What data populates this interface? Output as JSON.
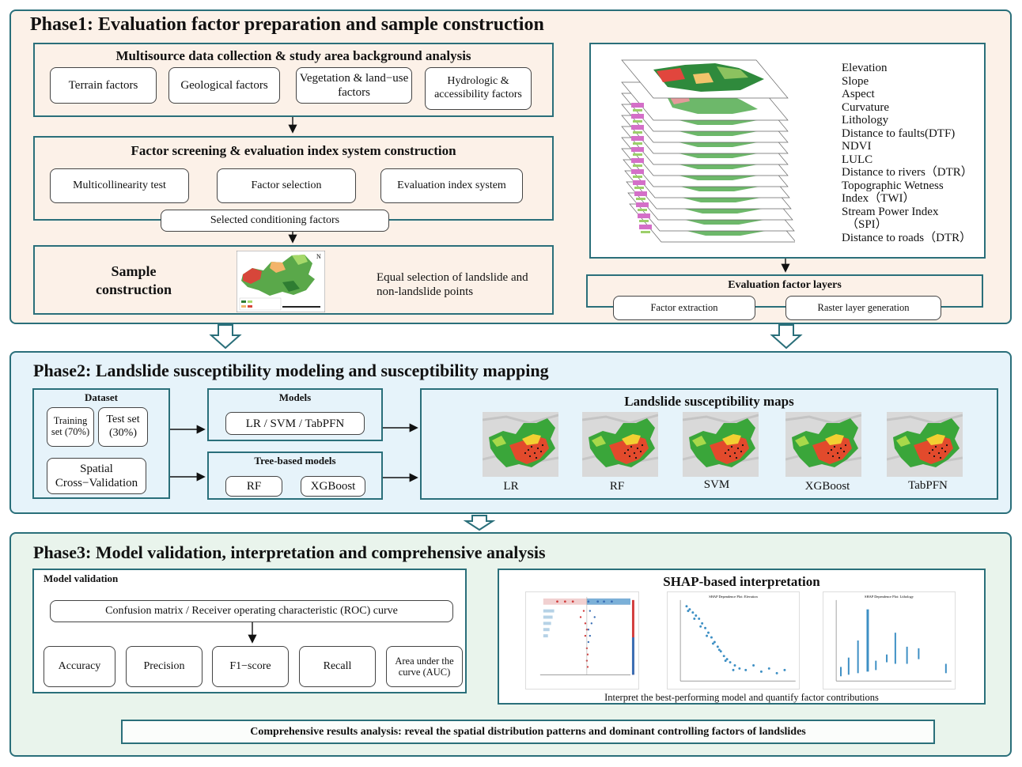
{
  "phase1": {
    "title": "Phase1:  Evaluation factor preparation and sample construction",
    "data_collection": {
      "heading": "Multisource data collection & study area background analysis",
      "boxes": [
        "Terrain factors",
        "Geological factors",
        "Vegetation & land−use factors",
        "Hydrologic & accessibility factors"
      ]
    },
    "screening": {
      "heading": "Factor screening & evaluation index system construction",
      "boxes": [
        "Multicollinearity test",
        "Factor selection",
        "Evaluation index system"
      ],
      "selected": "Selected conditioning factors"
    },
    "sample": {
      "heading": "Sample construction",
      "description": "Equal selection of landslide and non-landslide points"
    },
    "factor_list": [
      "Elevation",
      "Slope",
      "Aspect",
      "Curvature",
      "Lithology",
      "Distance to faults(DTF)",
      "NDVI",
      "LULC",
      "Distance to rivers（DTR）",
      "Topographic Wetness",
      "Index（TWI）",
      "Stream Power Index",
      "（SPI）",
      "Distance to roads（DTR）"
    ],
    "evaluation_layers": {
      "heading": "Evaluation factor layers",
      "boxes": [
        "Factor extraction",
        "Raster layer generation"
      ]
    }
  },
  "phase2": {
    "title": "Phase2:  Landslide susceptibility modeling and susceptibility mapping",
    "dataset": {
      "heading": "Dataset",
      "training": "Training set (70%)",
      "test": "Test set (30%)",
      "cv": "Spatial Cross−Validation"
    },
    "models": {
      "heading": "Models",
      "box": "LR / SVM / TabPFN"
    },
    "tree_models": {
      "heading": "Tree-based models",
      "boxes": [
        "RF",
        "XGBoost"
      ]
    },
    "maps": {
      "heading": "Landslide susceptibility maps",
      "labels": [
        "LR",
        "RF",
        "SVM",
        "XGBoost",
        "TabPFN"
      ]
    }
  },
  "phase3": {
    "title": "Phase3:  Model validation, interpretation and comprehensive analysis",
    "validation": {
      "heading": "Model validation",
      "top_box": "Confusion matrix / Receiver operating characteristic (ROC) curve",
      "metrics": [
        "Accuracy",
        "Precision",
        "F1−score",
        "Recall",
        "Area under the curve (AUC)"
      ]
    },
    "shap": {
      "heading": "SHAP-based interpretation",
      "caption": "Interpret the best-performing model and quantify factor contributions",
      "plot_titles": [
        "SHAP Dependence Plot: Elevation",
        "SHAP Dependence Plot: Lithology"
      ]
    },
    "comprehensive": "Comprehensive results analysis: reveal the spatial distribution patterns and dominant controlling factors of landslides"
  },
  "colors": {
    "border": "#2a6f7a",
    "phase1_bg": "#fcf1e8",
    "phase2_bg": "#e6f3fa",
    "phase3_bg": "#e9f4ec"
  }
}
